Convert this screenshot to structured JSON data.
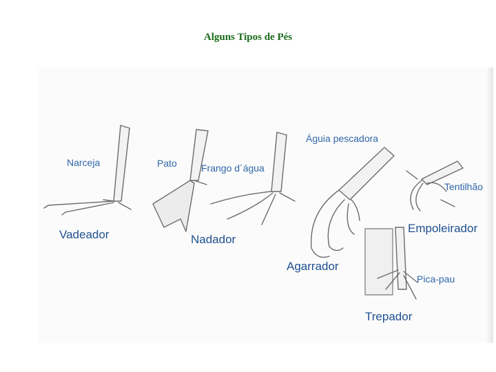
{
  "page": {
    "title": "Alguns Tipos de Pés"
  },
  "labels": {
    "narceja": "Narceja",
    "pato": "Pato",
    "frango": "Frango d´água",
    "aguia": "Águia pescadora",
    "tentilhao": "Tentilhão",
    "empoleirador": "Empoleirador",
    "vadeador": "Vadeador",
    "nadador": "Nadador",
    "agarrador": "Agarrador",
    "pica_pau": "Pica-pau",
    "trepador": "Trepador"
  },
  "colors": {
    "title": "#1a6b1a",
    "label": "#2f66a8",
    "ink": "#6b6b6b"
  }
}
